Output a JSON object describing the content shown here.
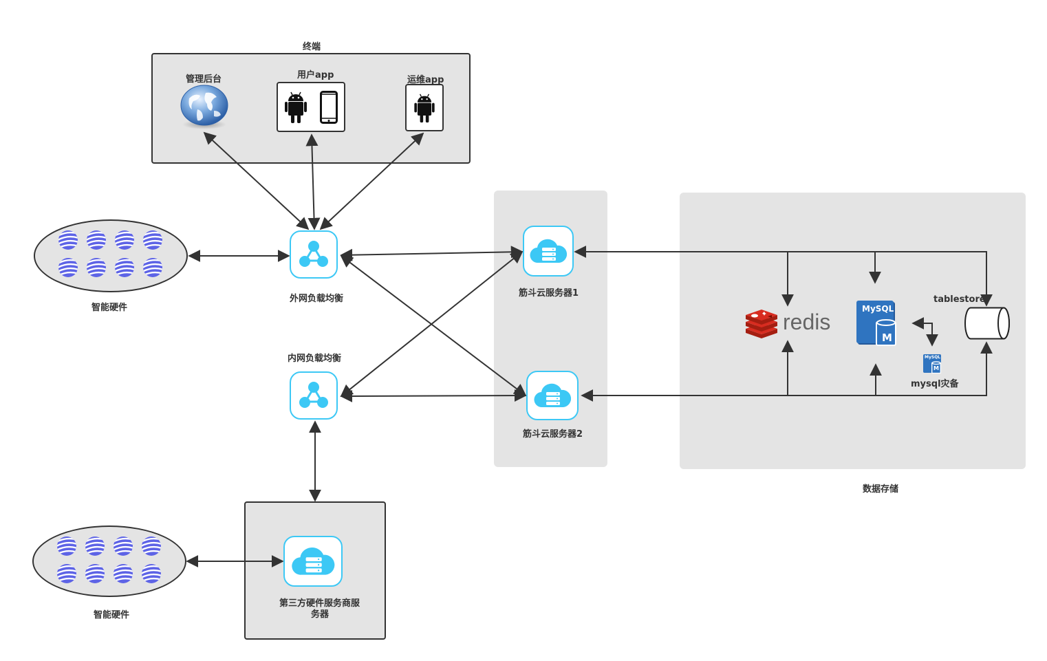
{
  "terminal_group": {
    "title": "终端",
    "admin": {
      "label": "管理后台",
      "icon": "globe-icon"
    },
    "user_app": {
      "label": "用户app",
      "icons": [
        "android-icon",
        "smartphone-icon"
      ]
    },
    "ops_app": {
      "label": "运维app",
      "icon": "android-icon"
    }
  },
  "hardware_top": {
    "label": "智能硬件",
    "device_count": 8
  },
  "hardware_bottom": {
    "label": "智能硬件",
    "device_count": 8
  },
  "external_lb": {
    "label": "外网负载均衡",
    "icon": "load-balancer-icon"
  },
  "internal_lb": {
    "label": "内网负载均衡",
    "icon": "load-balancer-icon"
  },
  "servers": [
    {
      "label": "筋斗云服务器1",
      "icon": "cloud-server-icon"
    },
    {
      "label": "筋斗云服务器2",
      "icon": "cloud-server-icon"
    }
  ],
  "third_party": {
    "label_line1": "第三方硬件服务商服",
    "label_line2": "务器",
    "icon": "cloud-server-icon"
  },
  "data_storage": {
    "title": "数据存储",
    "redis": {
      "label": "redis",
      "icon": "redis-icon"
    },
    "mysql": {
      "label": "MySQL",
      "badge": "M",
      "icon": "mysql-icon"
    },
    "mysql_backup": {
      "label": "mysql灾备",
      "badge_text": "MySQL",
      "badge": "M",
      "icon": "mysql-icon"
    },
    "tablestore": {
      "label": "tablestore",
      "icon": "cylinder-icon"
    }
  },
  "colors": {
    "node_border": "#3cc8f5",
    "node_icon": "#3cc8f5",
    "group_fill": "#e4e4e4",
    "line": "#333333",
    "mysql_blue": "#2f74c0",
    "redis_red": "#d82c20",
    "hardware_ball": "#5d63e6"
  }
}
